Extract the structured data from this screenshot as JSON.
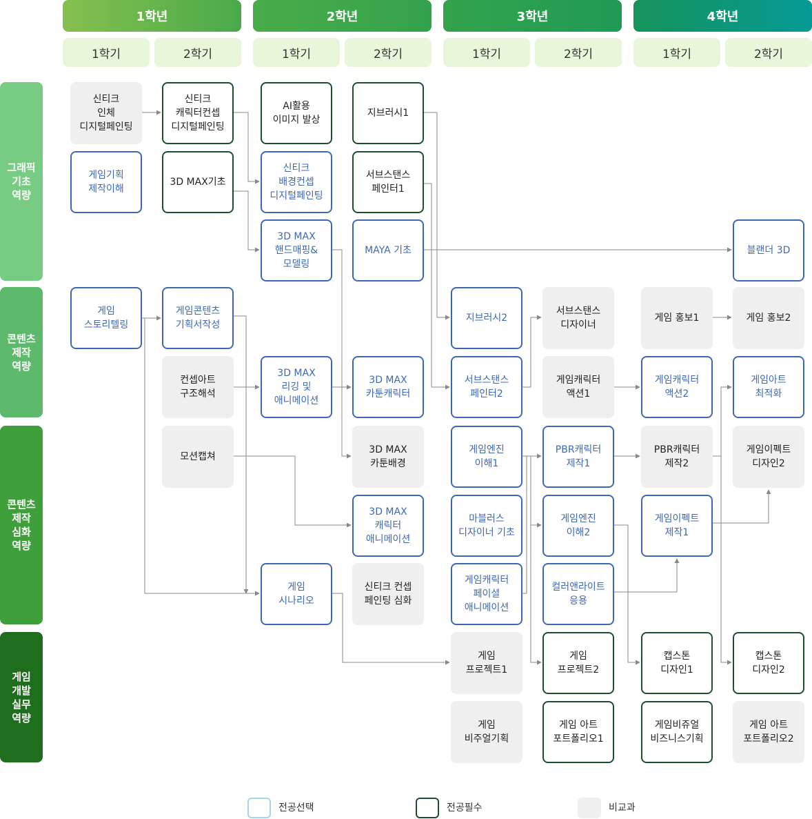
{
  "colors": {
    "elective_border": "#3f67b7",
    "required_border": "#1b4d2e",
    "non_credit_fill": "#efefef",
    "semester_fill": "#e8f6da",
    "arrow": "#888888"
  },
  "years": [
    "1학년",
    "2학년",
    "3학년",
    "4학년"
  ],
  "semesters": [
    "1학기",
    "2학기",
    "1학기",
    "2학기",
    "1학기",
    "2학기",
    "1학기",
    "2학기"
  ],
  "categories": [
    "그래픽\n기초\n역량",
    "콘텐츠\n제작\n역량",
    "콘텐츠\n제작\n심화\n역량",
    "게임\n개발\n실무\n역량"
  ],
  "courses": {
    "c0_0": {
      "label": "신티크\n인체\n디지털페인팅",
      "type": "non"
    },
    "c0_1": {
      "label": "게임기획\n제작이해",
      "type": "elective"
    },
    "c0_3": {
      "label": "게임\n스토리텔링",
      "type": "elective"
    },
    "c1_0": {
      "label": "신티크\n캐릭터컨셉\n디지털페인팅",
      "type": "required"
    },
    "c1_1": {
      "label": "3D MAX기초",
      "type": "required"
    },
    "c1_3": {
      "label": "게임콘텐츠\n기획서작성",
      "type": "elective"
    },
    "c1_4": {
      "label": "컨셉아트\n구조해석",
      "type": "non"
    },
    "c1_5": {
      "label": "모션캡쳐",
      "type": "non"
    },
    "c2_0": {
      "label": "AI활용\n이미지 발상",
      "type": "required"
    },
    "c2_1": {
      "label": "신티크\n배경컨셉\n디지털페인팅",
      "type": "elective"
    },
    "c2_2": {
      "label": "3D MAX\n핸드매핑&\n모델링",
      "type": "elective"
    },
    "c2_4": {
      "label": "3D MAX\n리깅 및\n애니메이션",
      "type": "elective"
    },
    "c2_7": {
      "label": "게임\n시나리오",
      "type": "elective"
    },
    "c3_0": {
      "label": "지브러시1",
      "type": "required"
    },
    "c3_1": {
      "label": "서브스탠스\n페인터1",
      "type": "required"
    },
    "c3_2": {
      "label": "MAYA 기초",
      "type": "elective"
    },
    "c3_4": {
      "label": "3D MAX\n카툰캐릭터",
      "type": "elective"
    },
    "c3_5": {
      "label": "3D MAX\n카툰배경",
      "type": "non"
    },
    "c3_6": {
      "label": "3D MAX\n캐릭터\n애니메이션",
      "type": "elective"
    },
    "c3_7": {
      "label": "신티크 컨셉\n페인팅 심화",
      "type": "non"
    },
    "c4_3": {
      "label": "지브러시2",
      "type": "elective"
    },
    "c4_4": {
      "label": "서브스탠스\n페인터2",
      "type": "elective"
    },
    "c4_5": {
      "label": "게임엔진\n이해1",
      "type": "elective"
    },
    "c4_6": {
      "label": "마블러스\n디자이너 기초",
      "type": "elective"
    },
    "c4_7": {
      "label": "게임캐릭터\n페이셜\n애니메이션",
      "type": "elective"
    },
    "c4_8": {
      "label": "게임\n프로젝트1",
      "type": "non"
    },
    "c4_9": {
      "label": "게임\n비주얼기획",
      "type": "non"
    },
    "c5_3": {
      "label": "서브스탠스\n디자이너",
      "type": "non"
    },
    "c5_4": {
      "label": "게임캐릭터\n액션1",
      "type": "non"
    },
    "c5_5": {
      "label": "PBR캐릭터\n제작1",
      "type": "elective"
    },
    "c5_6": {
      "label": "게임엔진\n이해2",
      "type": "elective"
    },
    "c5_7": {
      "label": "컬러앤라이트\n응용",
      "type": "elective"
    },
    "c5_8": {
      "label": "게임\n프로젝트2",
      "type": "required"
    },
    "c5_9": {
      "label": "게임 아트\n포트폴리오1",
      "type": "required"
    },
    "c6_3": {
      "label": "게임 홍보1",
      "type": "non"
    },
    "c6_4": {
      "label": "게임캐릭터\n액션2",
      "type": "elective"
    },
    "c6_5": {
      "label": "PBR캐릭터\n제작2",
      "type": "non"
    },
    "c6_6": {
      "label": "게임이펙트\n제작1",
      "type": "elective"
    },
    "c6_8": {
      "label": "캡스톤\n디자인1",
      "type": "required"
    },
    "c6_9": {
      "label": "게임비쥬얼\n비즈니스기획",
      "type": "required"
    },
    "c7_2": {
      "label": "블랜더 3D",
      "type": "elective"
    },
    "c7_3": {
      "label": "게임 홍보2",
      "type": "non"
    },
    "c7_4": {
      "label": "게임아트\n최적화",
      "type": "elective"
    },
    "c7_5": {
      "label": "게임이펙트\n디자인2",
      "type": "non"
    },
    "c7_8": {
      "label": "캡스톤\n디자인2",
      "type": "required"
    },
    "c7_9": {
      "label": "게임 아트\n포트폴리오2",
      "type": "non"
    }
  },
  "legend": {
    "elective": "전공선택",
    "required": "전공필수",
    "non": "비교과"
  }
}
